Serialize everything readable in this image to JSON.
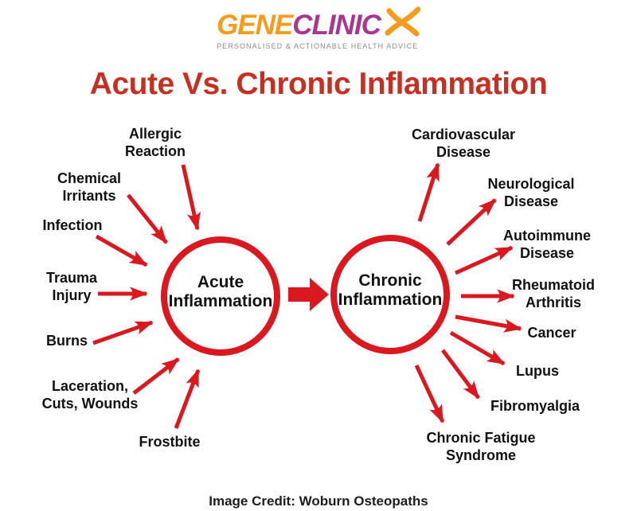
{
  "logo": {
    "brand_gene": "GENE",
    "brand_clinic": "CLINIC",
    "tagline": "PERSONALISED & ACTIONABLE HEALTH ADVICE"
  },
  "title": "Acute Vs. Chronic Inflammation",
  "nodes": {
    "acute": "Acute\nInflammation",
    "chronic": "Chronic\nInflammation"
  },
  "acute_causes": [
    "Allergic\nReaction",
    "Chemical\nIrritants",
    "Infection",
    "Trauma\nInjury",
    "Burns",
    "Laceration,\nCuts, Wounds",
    "Frostbite"
  ],
  "chronic_effects": [
    "Cardiovascular\nDisease",
    "Neurological\nDisease",
    "Autoimmune\nDisease",
    "Rheumatoid\nArthritis",
    "Cancer",
    "Lupus",
    "Fibromyalgia",
    "Chronic Fatigue\nSyndrome"
  ],
  "credit": "Image Credit: Woburn Osteopaths",
  "colors": {
    "brand_orange": "#F59C1E",
    "brand_magenta": "#A93690",
    "diagram_red": "#D9181F",
    "title_red": "#C43122",
    "label_black": "#111111",
    "tagline_gray": "#8B8B8B"
  }
}
